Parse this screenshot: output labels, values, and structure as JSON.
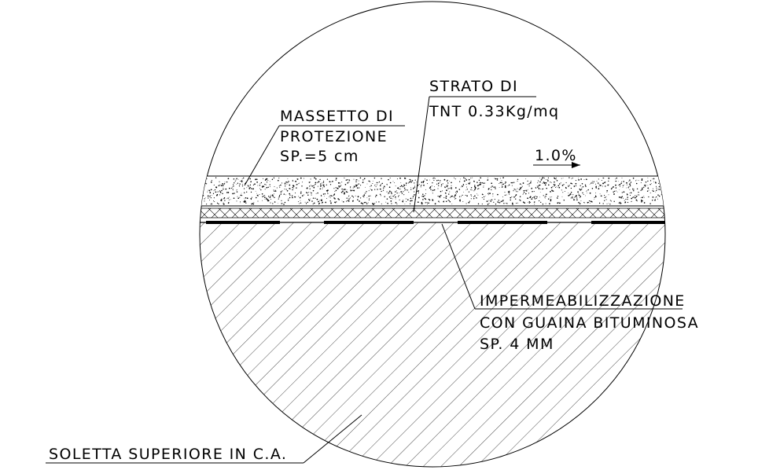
{
  "labels": {
    "massetto": {
      "line1": "MASSETTO DI",
      "line2": "PROTEZIONE",
      "line3": "SP.=5 cm"
    },
    "strato": {
      "line1": "STRATO DI",
      "line2": "TNT 0.33Kg/mq"
    },
    "slope": "1.0%",
    "impermeabilizzazione": {
      "line1": "IMPERMEABILIZZAZIONE",
      "line2": "CON GUAINA BITUMINOSA",
      "line3": "SP. 4 MM"
    },
    "soletta": "SOLETTA SUPERIORE IN C.A."
  },
  "colors": {
    "line": "#000000",
    "background": "#ffffff"
  }
}
